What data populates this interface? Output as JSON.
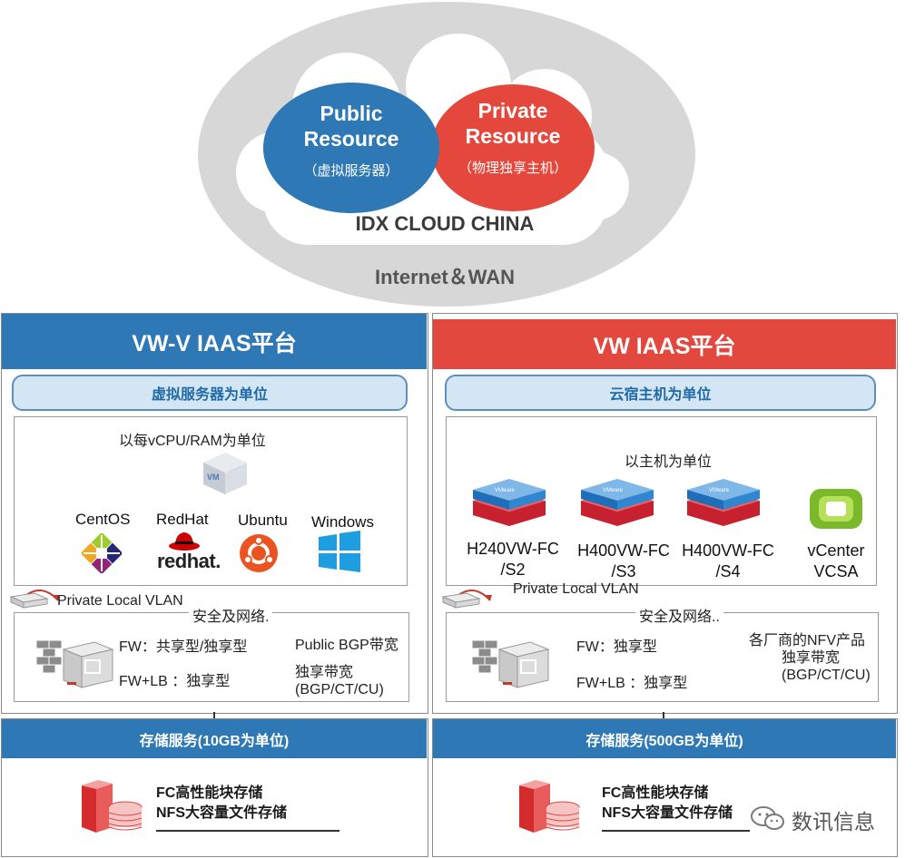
{
  "cloud": {
    "name": "IDX CLOUD CHINA",
    "outer_label": "Internet＆WAN",
    "public": {
      "title_line1": "Public",
      "title_line2": "Resource",
      "subtitle": "（虚拟服务器）"
    },
    "private": {
      "title_line1": "Private",
      "title_line2": "Resource",
      "subtitle": "（物理独享主机）"
    }
  },
  "colors": {
    "blue": "#2e79b5",
    "red": "#e2483d",
    "pill": "#d4e6f4",
    "cloud": "#d6d6d6"
  },
  "left": {
    "header": "VW-V IAAS平台",
    "pill": "虚拟服务器为单位",
    "unit": "以每vCPU/RAM为单位",
    "vm_icon_text": "VM",
    "os": [
      "CentOS",
      "RedHat",
      "Ubuntu",
      "Windows"
    ],
    "redhat_logo_text": "redhat.",
    "vlan": "Private Local VLAN",
    "security": "安全及网络.",
    "fw": "FW：共享型/独享型",
    "fwlb": "FW+LB ：独享型",
    "bgp": "Public BGP带宽",
    "bw_line1": "独享带宽",
    "bw_line2": "(BGP/CT/CU)",
    "storage_header": "存储服务(10GB为单位)",
    "storage_line1": "FC高性能块存储",
    "storage_line2": "NFS大容量文件存储"
  },
  "right": {
    "header": "VW IAAS平台",
    "pill": "云宿主机为单位",
    "unit": "以主机为单位",
    "server_badge": "VMware",
    "devices": [
      {
        "line1": "H240VW-FC",
        "line2": "/S2"
      },
      {
        "line1": "H400VW-FC",
        "line2": "/S3"
      },
      {
        "line1": "H400VW-FC",
        "line2": "/S4"
      },
      {
        "line1": "vCenter",
        "line2": "VCSA"
      }
    ],
    "vlan": "Private Local VLAN",
    "security": "安全及网络..",
    "fw": "FW：独享型",
    "fwlb": "FW+LB ：独享型",
    "nfv_line1": "各厂商的NFV产品",
    "nfv_line2": "独享带宽",
    "nfv_line3": "(BGP/CT/CU)",
    "storage_header": "存储服务(500GB为单位)",
    "storage_line1": "FC高性能块存储",
    "storage_line2": "NFS大容量文件存储"
  },
  "watermark": "数讯信息"
}
